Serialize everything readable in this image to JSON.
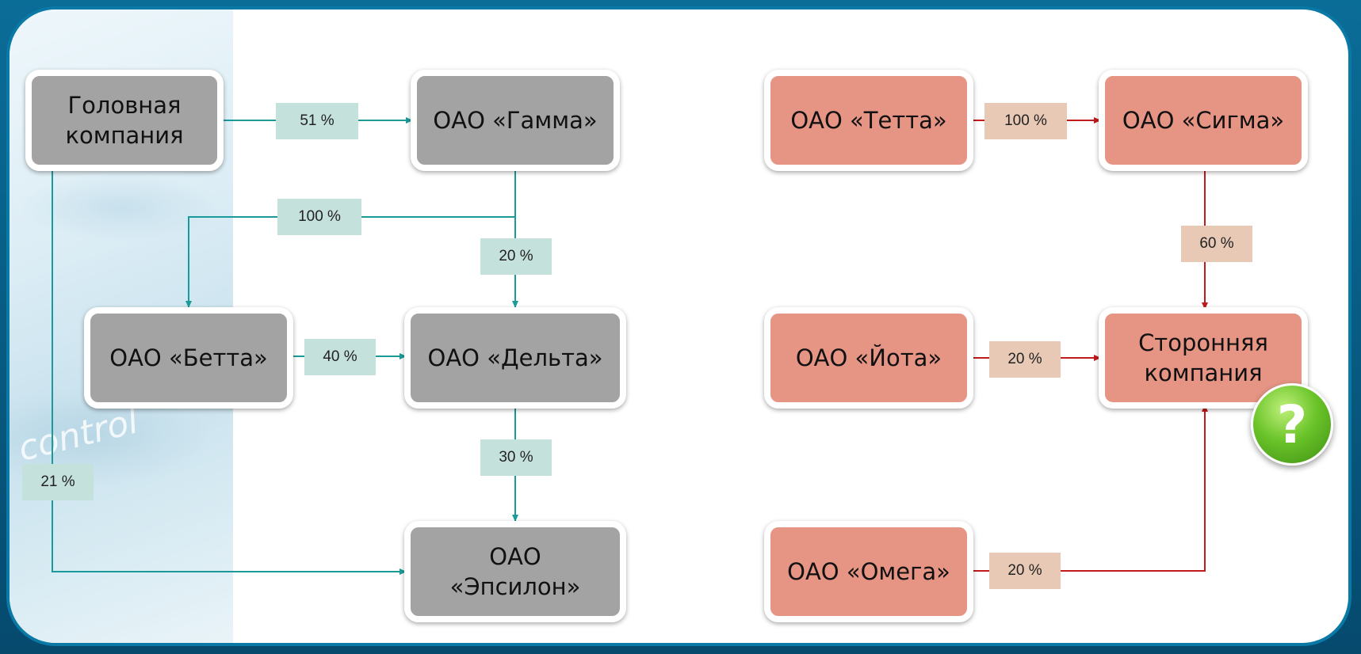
{
  "left_diagram": {
    "nodes": {
      "head": "Головная компания",
      "gamma": "ОАО «Гамма»",
      "betta": "ОАО «Бетта»",
      "delta": "ОАО «Дельта»",
      "epsilon": "ОАО «Эпсилон»"
    },
    "edges": {
      "head_gamma": "51 %",
      "gamma_betta": "100 %",
      "gamma_delta": "20 %",
      "betta_delta": "40 %",
      "delta_epsilon": "30 %",
      "head_epsilon": "21 %"
    }
  },
  "right_diagram": {
    "nodes": {
      "tetta": "ОАО «Тетта»",
      "sigma": "ОАО «Сигма»",
      "iota": "ОАО «Йота»",
      "third_party": "Сторонняя компания",
      "omega": "ОАО «Омега»"
    },
    "edges": {
      "tetta_sigma": "100 %",
      "sigma_third": "60 %",
      "iota_third": "20 %",
      "omega_third": "20 %"
    }
  },
  "help_badge": {
    "glyph": "?"
  },
  "background": {
    "watermark_word": "control"
  },
  "colors": {
    "frame_blue": "#0a79a6",
    "gray_node": "#a3a3a3",
    "pink_node": "#e69585",
    "teal_line": "#1a9a98",
    "red_line": "#c21a1a",
    "teal_label": "#c5e1dc",
    "sand_label": "#e8c9b6",
    "help_green": "#6bc42a"
  }
}
